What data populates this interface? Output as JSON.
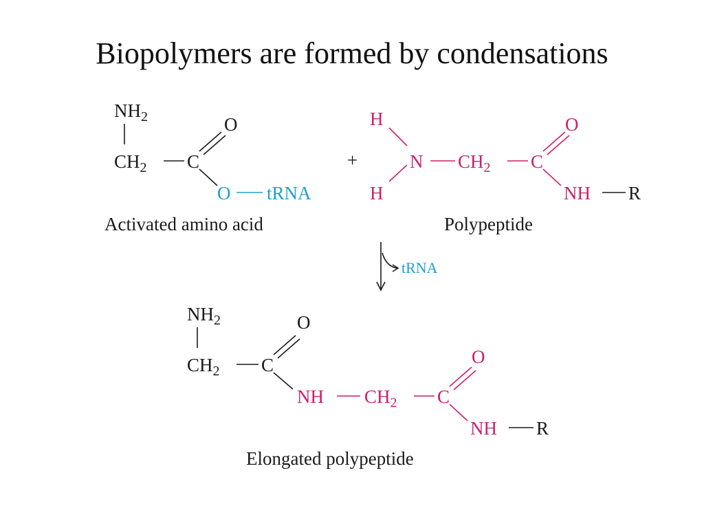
{
  "title": "Biopolymers are formed by condensations",
  "reactant1": {
    "label": "Activated amino acid",
    "nh2": "NH",
    "nh2_sub": "2",
    "ch2": "CH",
    "ch2_sub": "2",
    "c": "C",
    "o": "O",
    "ester_o": "O",
    "trna": "tRNA"
  },
  "plus": "+",
  "reactant2": {
    "label": "Polypeptide",
    "h_top": "H",
    "h_bottom": "H",
    "n": "N",
    "ch2": "CH",
    "ch2_sub": "2",
    "c": "C",
    "o": "O",
    "nh": "NH",
    "r": "R"
  },
  "arrow": {
    "released": "tRNA"
  },
  "product": {
    "label": "Elongated polypeptide",
    "nh2": "NH",
    "nh2_sub": "2",
    "ch2_a": "CH",
    "ch2_a_sub": "2",
    "c_a": "C",
    "o_a": "O",
    "nh_a": "NH",
    "ch2_b": "CH",
    "ch2_b_sub": "2",
    "c_b": "C",
    "o_b": "O",
    "nh_b": "NH",
    "r": "R"
  },
  "colors": {
    "leaving_group": "#1e9fd0",
    "polypeptide": "#cc1f6e",
    "text": "#1a1a1a"
  }
}
